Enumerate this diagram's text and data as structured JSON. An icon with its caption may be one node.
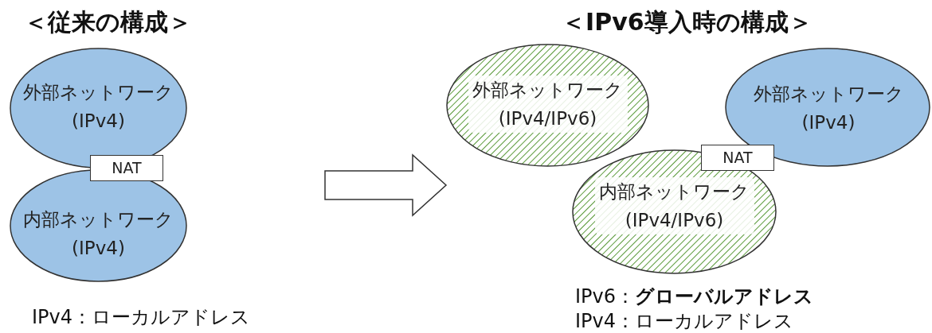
{
  "diagram": {
    "nodes": [
      {
        "text": [
          "外部ネットワーク(IPv4)"
        ]
      },
      {
        "text": [
          "NAT"
        ]
      },
      {
        "text": [
          "内部ネットワーク(IPv4)"
        ]
      },
      {
        "text": [
          "外部ネットワーク(IPv4/IPv6)"
        ]
      },
      {
        "text": [
          "外部ネットワーク(IPv4)"
        ]
      },
      {
        "text": [
          "NAT"
        ]
      },
      {
        "text": [
          "内部ネットワーク(IPv4/IPv6)"
        ]
      }
    ],
    "edges": [],
    "labels": [
      "＜従来の構成＞",
      "＜IPv6導入時の構成＞",
      "IPv4：ローカルアドレス",
      "IPv6：**グローバルアドレス**",
      "IPv4：ローカルアドレス"
    ]
  }
}
